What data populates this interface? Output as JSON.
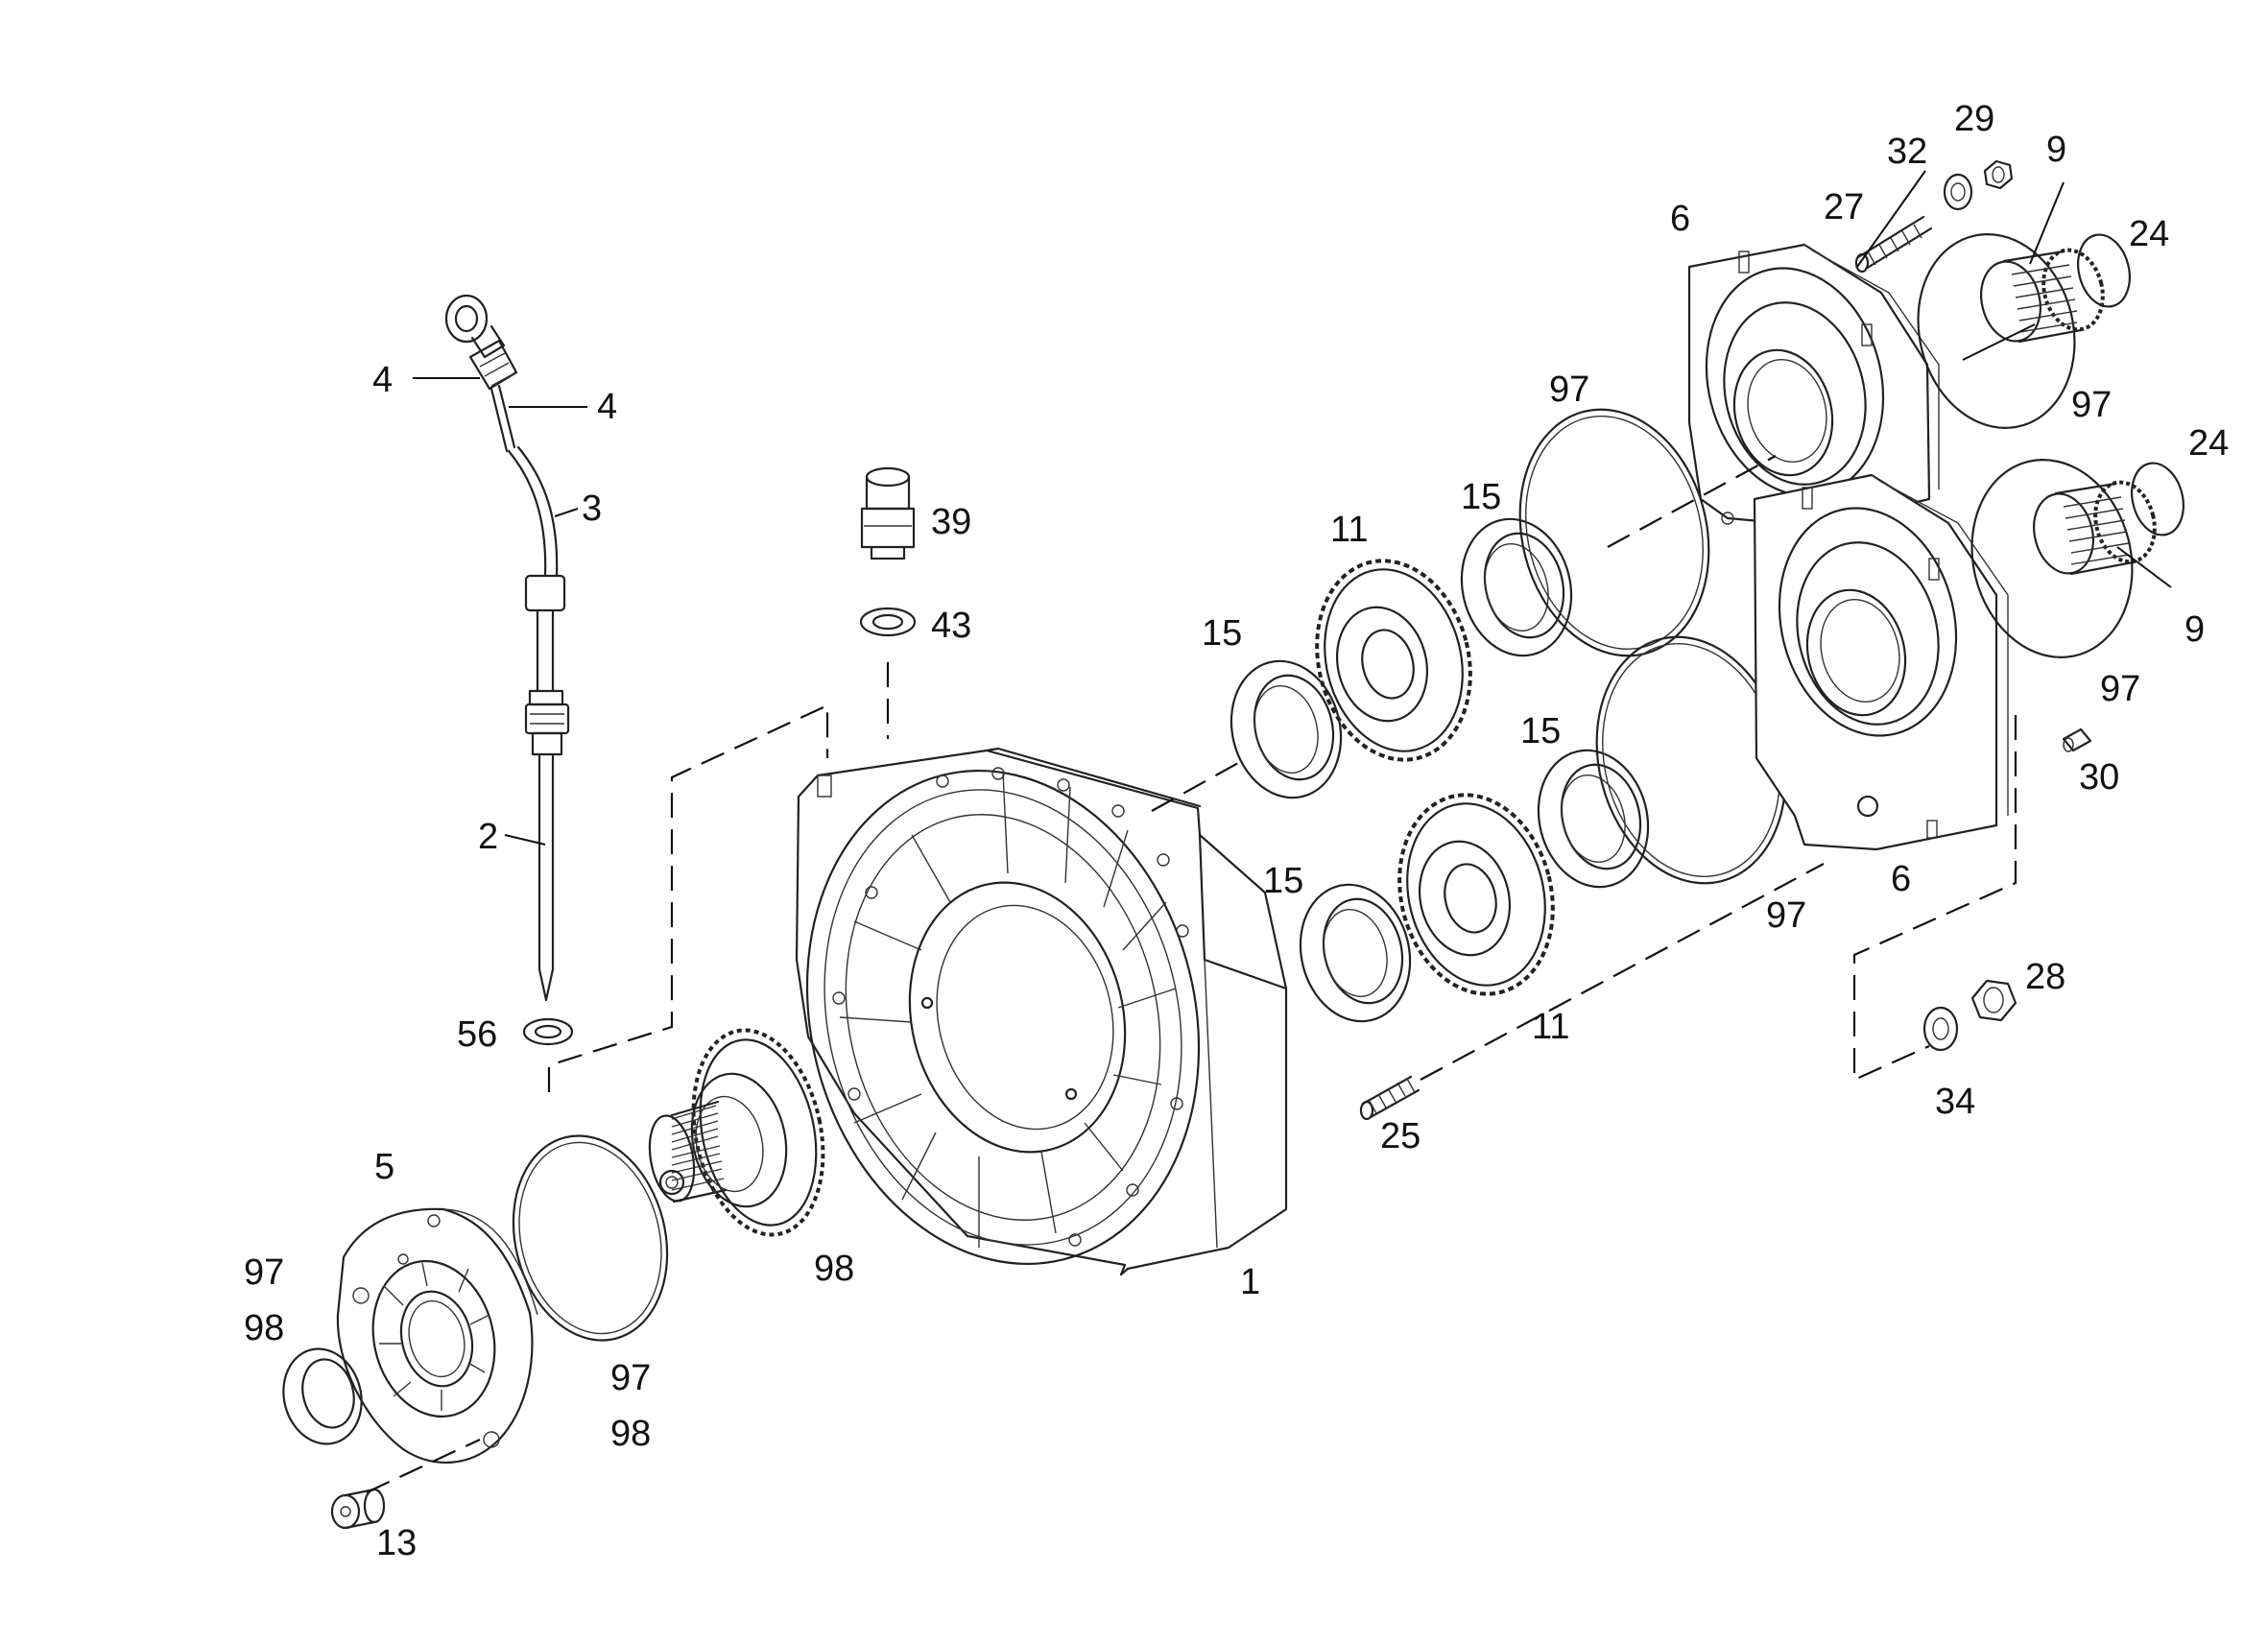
{
  "diagram": {
    "background": "#ffffff",
    "line_color": "#222222",
    "callouts": [
      {
        "id": "c-4a",
        "text": "4"
      },
      {
        "id": "c-4b",
        "text": "4"
      },
      {
        "id": "c-3",
        "text": "3"
      },
      {
        "id": "c-2",
        "text": "2"
      },
      {
        "id": "c-56",
        "text": "56"
      },
      {
        "id": "c-39",
        "text": "39"
      },
      {
        "id": "c-43",
        "text": "43"
      },
      {
        "id": "c-1",
        "text": "1"
      },
      {
        "id": "c-5",
        "text": "5"
      },
      {
        "id": "c-97-left",
        "text": "97"
      },
      {
        "id": "c-98-left",
        "text": "98"
      },
      {
        "id": "c-13",
        "text": "13"
      },
      {
        "id": "c-97-ring",
        "text": "97"
      },
      {
        "id": "c-98-ring",
        "text": "98"
      },
      {
        "id": "c-98-shaft",
        "text": "98"
      },
      {
        "id": "c-15-a",
        "text": "15"
      },
      {
        "id": "c-11-upper",
        "text": "11"
      },
      {
        "id": "c-15-b",
        "text": "15"
      },
      {
        "id": "c-97-upper",
        "text": "97"
      },
      {
        "id": "c-15-c",
        "text": "15"
      },
      {
        "id": "c-15-d",
        "text": "15"
      },
      {
        "id": "c-11-lower",
        "text": "11"
      },
      {
        "id": "c-97-mid",
        "text": "97"
      },
      {
        "id": "c-25",
        "text": "25"
      },
      {
        "id": "c-6-upper",
        "text": "6"
      },
      {
        "id": "c-6-lower",
        "text": "6"
      },
      {
        "id": "c-27",
        "text": "27"
      },
      {
        "id": "c-32",
        "text": "32"
      },
      {
        "id": "c-29",
        "text": "29"
      },
      {
        "id": "c-9-upper",
        "text": "9"
      },
      {
        "id": "c-24-upper",
        "text": "24"
      },
      {
        "id": "c-97-right-upper",
        "text": "97"
      },
      {
        "id": "c-24-lower",
        "text": "24"
      },
      {
        "id": "c-9-lower",
        "text": "9"
      },
      {
        "id": "c-97-right-lower",
        "text": "97"
      },
      {
        "id": "c-30",
        "text": "30"
      },
      {
        "id": "c-28",
        "text": "28"
      },
      {
        "id": "c-34",
        "text": "34"
      }
    ]
  }
}
